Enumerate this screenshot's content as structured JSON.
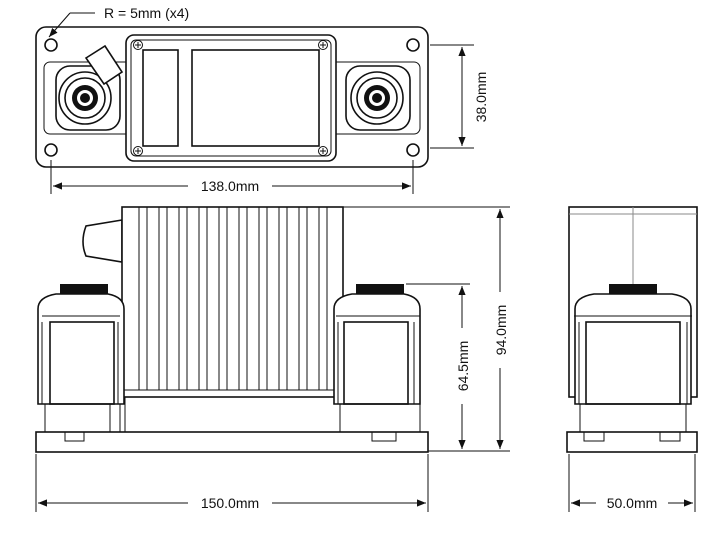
{
  "dimensions": {
    "radius_note": "R = 5mm (x4)",
    "top_width": "138.0mm",
    "top_height": "38.0mm",
    "front_width": "150.0mm",
    "front_height": "94.0mm",
    "terminal_height": "64.5mm",
    "side_width": "50.0mm"
  },
  "colors": {
    "line": "#111111",
    "hidden_line": "#8a8a8a",
    "background": "#ffffff"
  }
}
